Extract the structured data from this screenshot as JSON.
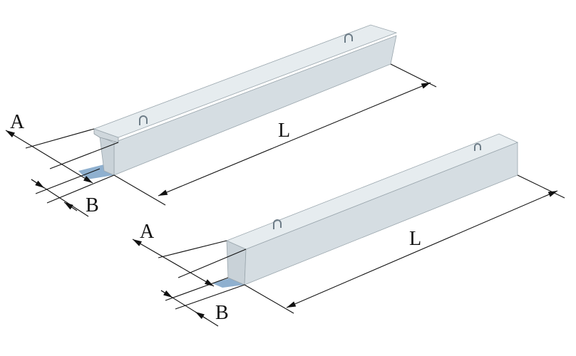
{
  "beams": [
    {
      "name": "flanged-beam",
      "label_width_a": "A",
      "label_width_b": "B",
      "label_length": "L"
    },
    {
      "name": "rectangular-beam",
      "label_width_a": "A",
      "label_width_b": "B",
      "label_length": "L"
    }
  ],
  "colors": {
    "concrete_top": "#e6ecef",
    "concrete_side": "#d5dde2",
    "concrete_end": "#c9d2d8",
    "shadow": "#8fb0cf"
  }
}
